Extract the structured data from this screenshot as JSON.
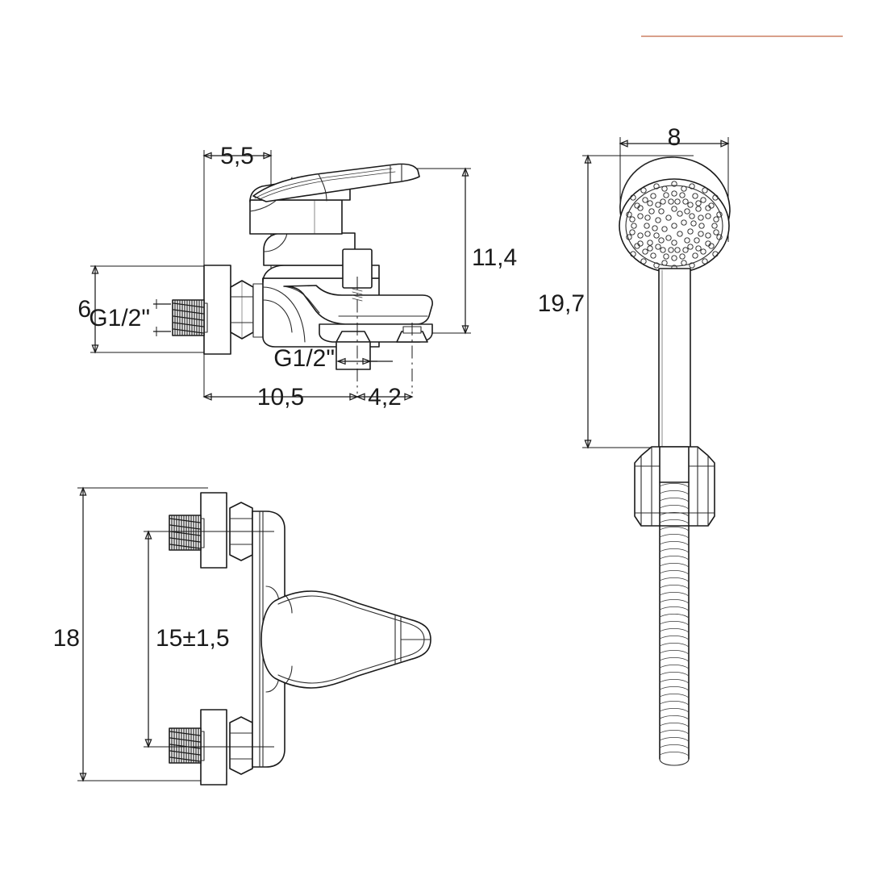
{
  "document": {
    "type": "technical-dimensional-drawing",
    "subject": "Wall-mounted bath/shower mixer tap with hand shower set",
    "units": "cm",
    "line_color": "#1a1a1a",
    "background_color": "#ffffff",
    "accent_color": "#d9a08a"
  },
  "views": {
    "front_elevation": {
      "name": "Front elevation of bath mixer",
      "dimensions": {
        "lever_offset": "5,5",
        "inlet_height": "6",
        "body_height": "11,4",
        "body_depth": "10,5",
        "spout_to_diverter": "4,2",
        "inlet_thread": "G1/2\"",
        "outlet_thread": "G1/2\""
      }
    },
    "plan_view": {
      "name": "Top view of bath mixer",
      "dimensions": {
        "overall_inlet_spacing": "18",
        "inlet_centre_spacing": "15±1,5"
      }
    },
    "hand_shower": {
      "name": "Hand shower with flexible hose",
      "dimensions": {
        "head_diameter": "8",
        "shower_length": "19,7"
      }
    }
  },
  "labels": {
    "d_55": "5,5",
    "d_6": "6",
    "d_114": "11,4",
    "d_105": "10,5",
    "d_42": "4,2",
    "thread_inlet": "G1/2\"",
    "thread_outlet": "G1/2\"",
    "d_18": "18",
    "d_15pm": "15±1,5",
    "d_8": "8",
    "d_197": "19,7"
  }
}
